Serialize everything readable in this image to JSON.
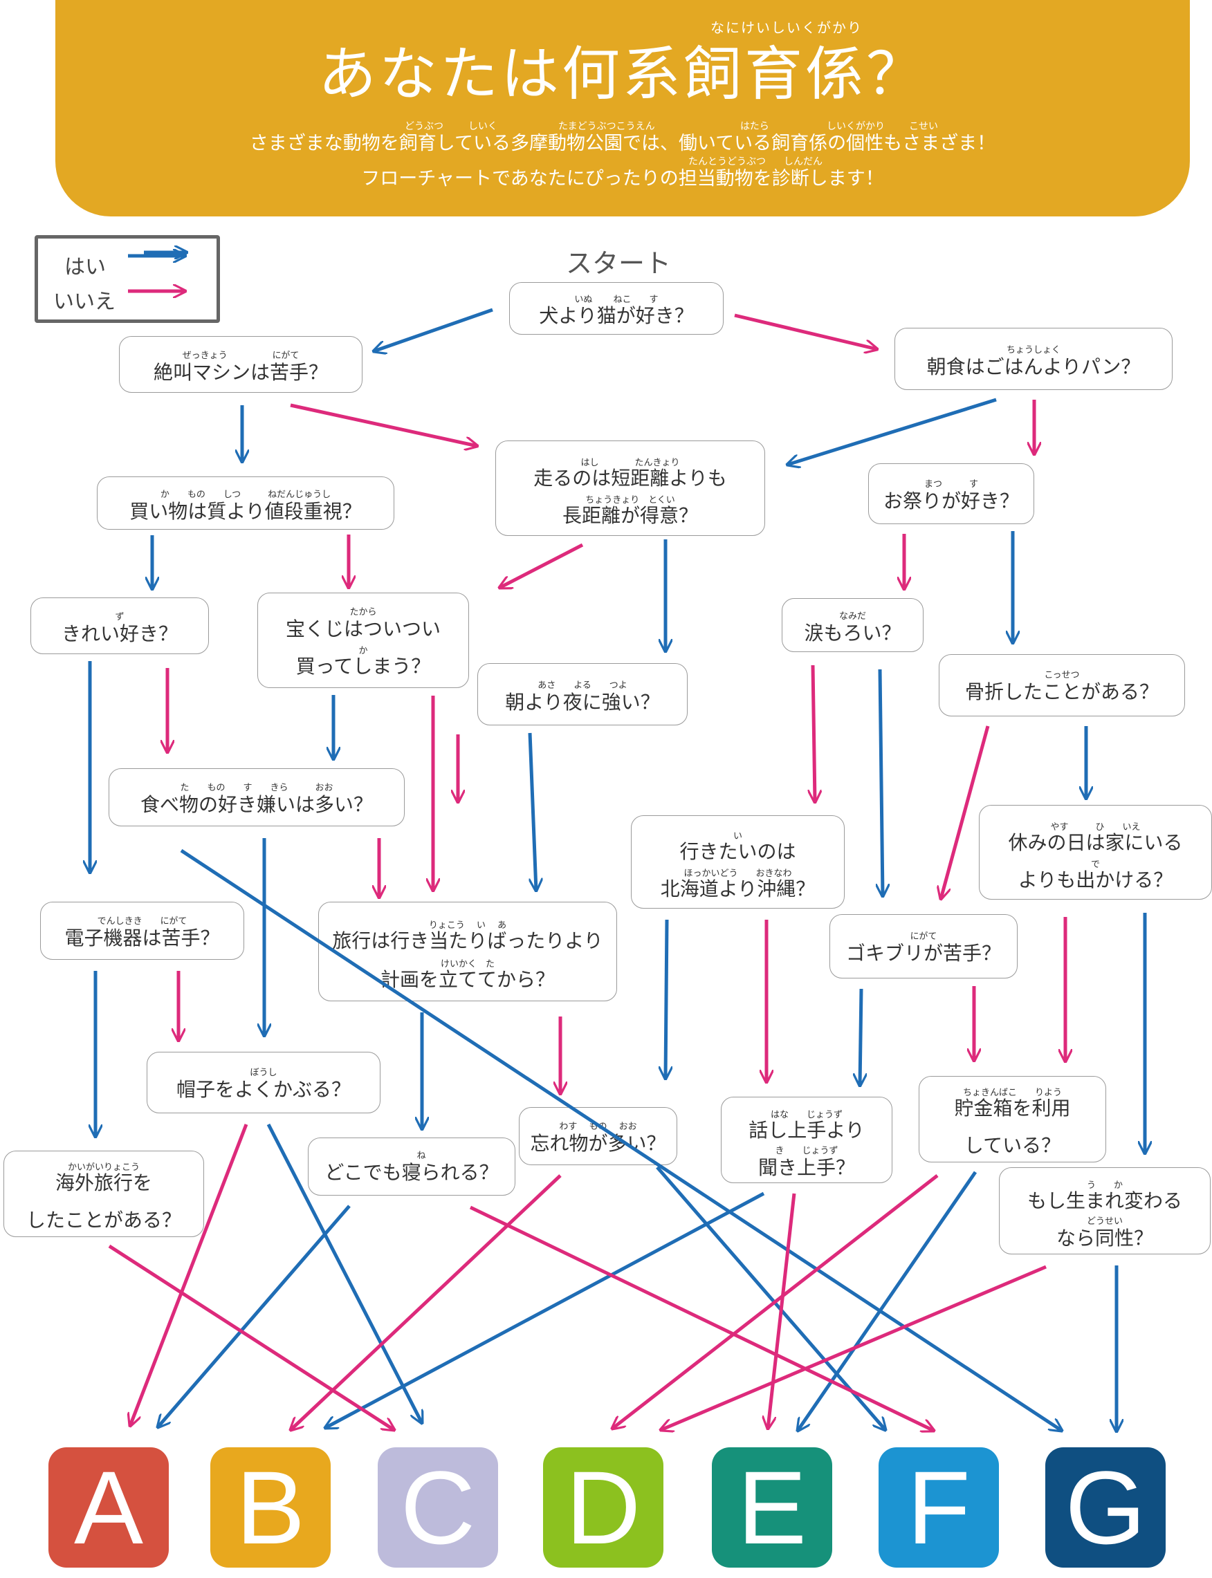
{
  "header": {
    "title": "あなたは何系飼育係？",
    "title_ruby": "なにけいしいくがかり",
    "intro_line1": "さまざまな動物を飼育している多摩動物公園では、働いている飼育係の個性もさまざま！",
    "intro_line2": "フローチャートであなたにぴったりの担当動物を診断します！",
    "intro_ruby": [
      "どうぶつ",
      "しいく",
      "たまどうぶつこうえん",
      "はたら",
      "しいくがかり",
      "こせい",
      "たんとうどうぶつ",
      "しんだん"
    ]
  },
  "legend": {
    "yes": "はい",
    "no": "いいえ"
  },
  "start_label": "スタート",
  "colors": {
    "header": "#e3a823",
    "yes": "#1f6db5",
    "no": "#dd2a7b",
    "border": "#9a9a9a"
  },
  "nodes": {
    "start": {
      "lines": [
        "犬より猫が好き？"
      ],
      "ruby": [
        "いぬ　　 ねこ　　す"
      ]
    },
    "scream": {
      "lines": [
        "絶叫マシンは苦手？"
      ],
      "ruby": [
        "ぜっきょう　　　　　にがて"
      ]
    },
    "bread": {
      "lines": [
        "朝食はごはんよりパン？"
      ],
      "ruby": [
        "ちょうしょく"
      ]
    },
    "running": {
      "lines": [
        "走るのは短距離よりも",
        "長距離が得意？"
      ],
      "ruby": [
        "はし　　　　たんきょり",
        "ちょうきょり　とくい"
      ]
    },
    "festival": {
      "lines": [
        "お祭りが好き？"
      ],
      "ruby": [
        "まつ　　　す"
      ]
    },
    "shopping": {
      "lines": [
        "買い物は質より値段重視？"
      ],
      "ruby": [
        "か　　もの　　しつ　　　ねだんじゅうし"
      ]
    },
    "clean": {
      "lines": [
        "きれい好き？"
      ],
      "ruby": [
        "ず"
      ]
    },
    "lottery": {
      "lines": [
        "宝くじはついつい",
        "買ってしまう？"
      ],
      "ruby": [
        "たから",
        "か"
      ]
    },
    "tears": {
      "lines": [
        "涙もろい？"
      ],
      "ruby": [
        "なみだ"
      ]
    },
    "fracture": {
      "lines": [
        "骨折したことがある？"
      ],
      "ruby": [
        "こっせつ"
      ]
    },
    "night": {
      "lines": [
        "朝より夜に強い？"
      ],
      "ruby": [
        "あさ　　よる　　つよ"
      ]
    },
    "food": {
      "lines": [
        "食べ物の好き嫌いは多い？"
      ],
      "ruby": [
        "た　　もの　　す　　きら　　　おお"
      ]
    },
    "holiday": {
      "lines": [
        "休みの日は家にいる",
        "よりも出かける？"
      ],
      "ruby": [
        "やす　　　ひ　　いえ",
        "で"
      ]
    },
    "okinawa": {
      "lines": [
        "行きたいのは",
        "北海道より沖縄？"
      ],
      "ruby": [
        "い",
        "ほっかいどう　　おきなわ"
      ]
    },
    "electronics": {
      "lines": [
        "電子機器は苦手？"
      ],
      "ruby": [
        "でんしきき　　にがて"
      ]
    },
    "travel_plan": {
      "lines": [
        "旅行は行き当たりばったりより",
        "計画を立ててから？"
      ],
      "ruby": [
        "りょこう　 い　 あ",
        "けいかく　た"
      ]
    },
    "cockroach": {
      "lines": [
        "ゴキブリが苦手？"
      ],
      "ruby": [
        "にがて"
      ]
    },
    "hat": {
      "lines": [
        "帽子をよくかぶる？"
      ],
      "ruby": [
        "ぼうし"
      ]
    },
    "savings": {
      "lines": [
        "貯金箱を利用",
        "している？"
      ],
      "ruby": [
        "ちょきんばこ　　りよう",
        ""
      ]
    },
    "forgetful": {
      "lines": [
        "忘れ物が多い？"
      ],
      "ruby": [
        "わす　 もの　 おお"
      ]
    },
    "listener": {
      "lines": [
        "話し上手より",
        "聞き上手？"
      ],
      "ruby": [
        "はな　　じょうず",
        "き　　じょうず"
      ]
    },
    "sleep": {
      "lines": [
        "どこでも寝られる？"
      ],
      "ruby": [
        "ね"
      ]
    },
    "abroad": {
      "lines": [
        "海外旅行を",
        "したことがある？"
      ],
      "ruby": [
        "かいがいりょこう",
        ""
      ]
    },
    "reborn": {
      "lines": [
        "もし生まれ変わる",
        "なら同性？"
      ],
      "ruby": [
        "う　　か",
        "どうせい"
      ]
    }
  },
  "results": [
    {
      "letter": "A",
      "color": "#d5513f"
    },
    {
      "letter": "B",
      "color": "#e8a81e"
    },
    {
      "letter": "C",
      "color": "#bdbbdb"
    },
    {
      "letter": "D",
      "color": "#8cc11f"
    },
    {
      "letter": "E",
      "color": "#16917a"
    },
    {
      "letter": "F",
      "color": "#1c94d2"
    },
    {
      "letter": "G",
      "color": "#0f4f81"
    }
  ]
}
